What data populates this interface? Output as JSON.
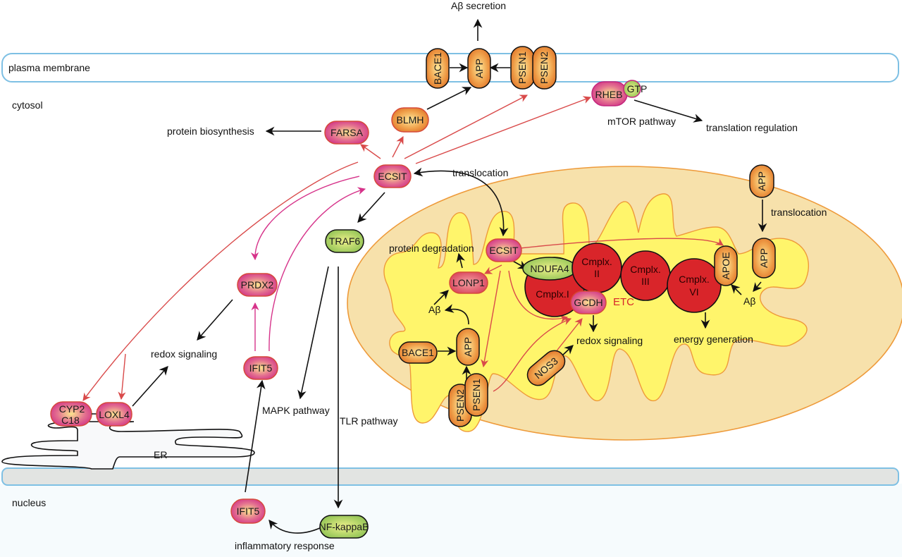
{
  "compartments": {
    "plasma_membrane": "plasma membrane",
    "cytosol": "cytosol",
    "nucleus": "nucleus",
    "er": "ER"
  },
  "labels": {
    "abeta_secretion": "Aβ secretion",
    "protein_biosynthesis": "protein biosynthesis",
    "mtor_pathway": "mTOR pathway",
    "translation_regulation": "translation regulation",
    "translocation_ecsit": "translocation",
    "translocation_app": "translocation",
    "protein_degradation": "protein degradation",
    "abeta_lonp1": "Aβ",
    "abeta_apoe": "Aβ",
    "etc": "ETC",
    "redox_signaling_mito": "redox signaling",
    "energy_generation": "energy generation",
    "redox_signaling_cyto": "redox signaling",
    "mapk_pathway": "MAPK pathway",
    "tlr_pathway": "TLR pathway",
    "inflammatory_response": "inflammatory response"
  },
  "nodes": {
    "bace1_pm": "BACE1",
    "app_pm": "APP",
    "psen1_pm": "PSEN1",
    "psen2_pm": "PSEN2",
    "rheb": "RHEB",
    "gtp": "GTP",
    "blmh": "BLMH",
    "farsa": "FARSA",
    "ecsit_cyto": "ECSIT",
    "traf6": "TRAF6",
    "prdx2": "PRDX2",
    "ifit5_cyto": "IFIT5",
    "cyp2c18_line1": "CYP2",
    "cyp2c18_line2": "C18",
    "loxl4": "LOXL4",
    "ifit5_nuc": "IFIT5",
    "nfkb": "NF-kappaB",
    "ecsit_mito": "ECSIT",
    "lonp1": "LONP1",
    "ndufa4": "NDUFA4",
    "cmplx1": "Cmplx.I",
    "cmplx2_l1": "Cmplx.",
    "cmplx2_l2": "II",
    "cmplx3_l1": "Cmplx.",
    "cmplx3_l2": "III",
    "cmplx6_l1": "Cmplx.",
    "cmplx6_l2": "VI",
    "gcdh": "GCDH",
    "apoe": "APOE",
    "app_out": "APP",
    "app_in": "APP",
    "bace1_mito": "BACE1",
    "app_mito": "APP",
    "psen1_mito": "PSEN1",
    "psen2_mito": "PSEN2",
    "nos3": "NOS3"
  },
  "colors": {
    "membrane_stroke": "#7ec0e4",
    "nuclear_envelope_fill": "#e2e4e2",
    "mito_outer": "#f7e1ab",
    "mito_inner": "#fff56b",
    "mito_stroke": "#ee9a3a",
    "etc_red": "#d9252a",
    "arrow_red": "#d94a4a",
    "arrow_magenta": "#d6338a",
    "orange_node": "#e8823a",
    "pink_node": "#d6368a",
    "green_node": "#9ccc55"
  }
}
